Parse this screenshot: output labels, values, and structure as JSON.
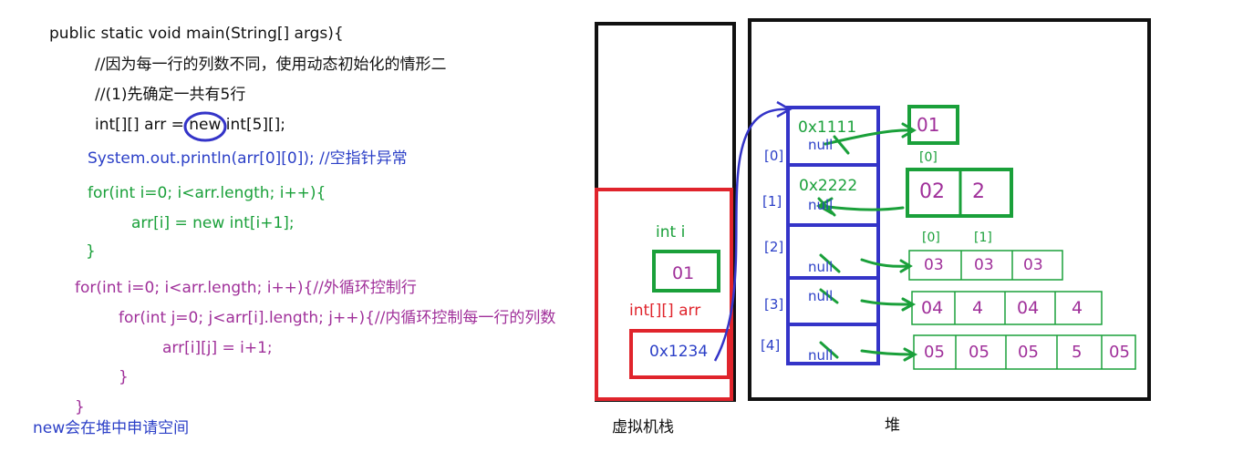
{
  "code": {
    "line1": "public static void main(String[] args){",
    "line2": "//因为每一行的列数不同，使用动态初始化的情形二",
    "line3": "//(1)先确定一共有5行",
    "line4": "int[][] arr = new int[5][];",
    "line5": "System.out.println(arr[0][0]); //空指针异常",
    "line6": "for(int i=0; i<arr.length; i++){",
    "line7": "arr[i] = new int[i+1];",
    "line8": "}",
    "line9": "for(int i=0; i<arr.length; i++){//外循环控制行",
    "line10": "for(int j=0; j<arr[i].length; j++){//内循环控制每一行的列数",
    "line11": "arr[i][j] = i+1;",
    "line12": "}",
    "line13": "}",
    "note": "new会在堆中申请空间"
  },
  "stack": {
    "label": "虚拟机栈",
    "var_i_label": "int i",
    "var_i_value": "01",
    "var_arr_label": "int[][] arr",
    "var_arr_value": "0x1234"
  },
  "heap": {
    "label": "堆",
    "outer": [
      {
        "index": "[0]",
        "address": "0x1111",
        "original": "null"
      },
      {
        "index": "[1]",
        "address": "0x2222",
        "original": "null"
      },
      {
        "index": "[2]",
        "address": "",
        "original": "null"
      },
      {
        "index": "[3]",
        "address": "",
        "original": "null"
      },
      {
        "index": "[4]",
        "address": "",
        "original": "null"
      }
    ],
    "row0": {
      "indices": [
        "[0]"
      ],
      "cells": [
        "01"
      ]
    },
    "row1": {
      "indices": [
        "[0]",
        "[1]"
      ],
      "cells": [
        "02",
        "2"
      ]
    },
    "row2": {
      "cells": [
        "03",
        "03",
        "03"
      ]
    },
    "row3": {
      "cells": [
        "04",
        "4",
        "04",
        "4"
      ]
    },
    "row4": {
      "cells": [
        "05",
        "05",
        "05",
        "5",
        "05"
      ]
    }
  },
  "colors": {
    "black": "#111111",
    "blue": "#3434c8",
    "green": "#1aa03a",
    "red": "#e0242c",
    "purple": "#a0309a"
  }
}
